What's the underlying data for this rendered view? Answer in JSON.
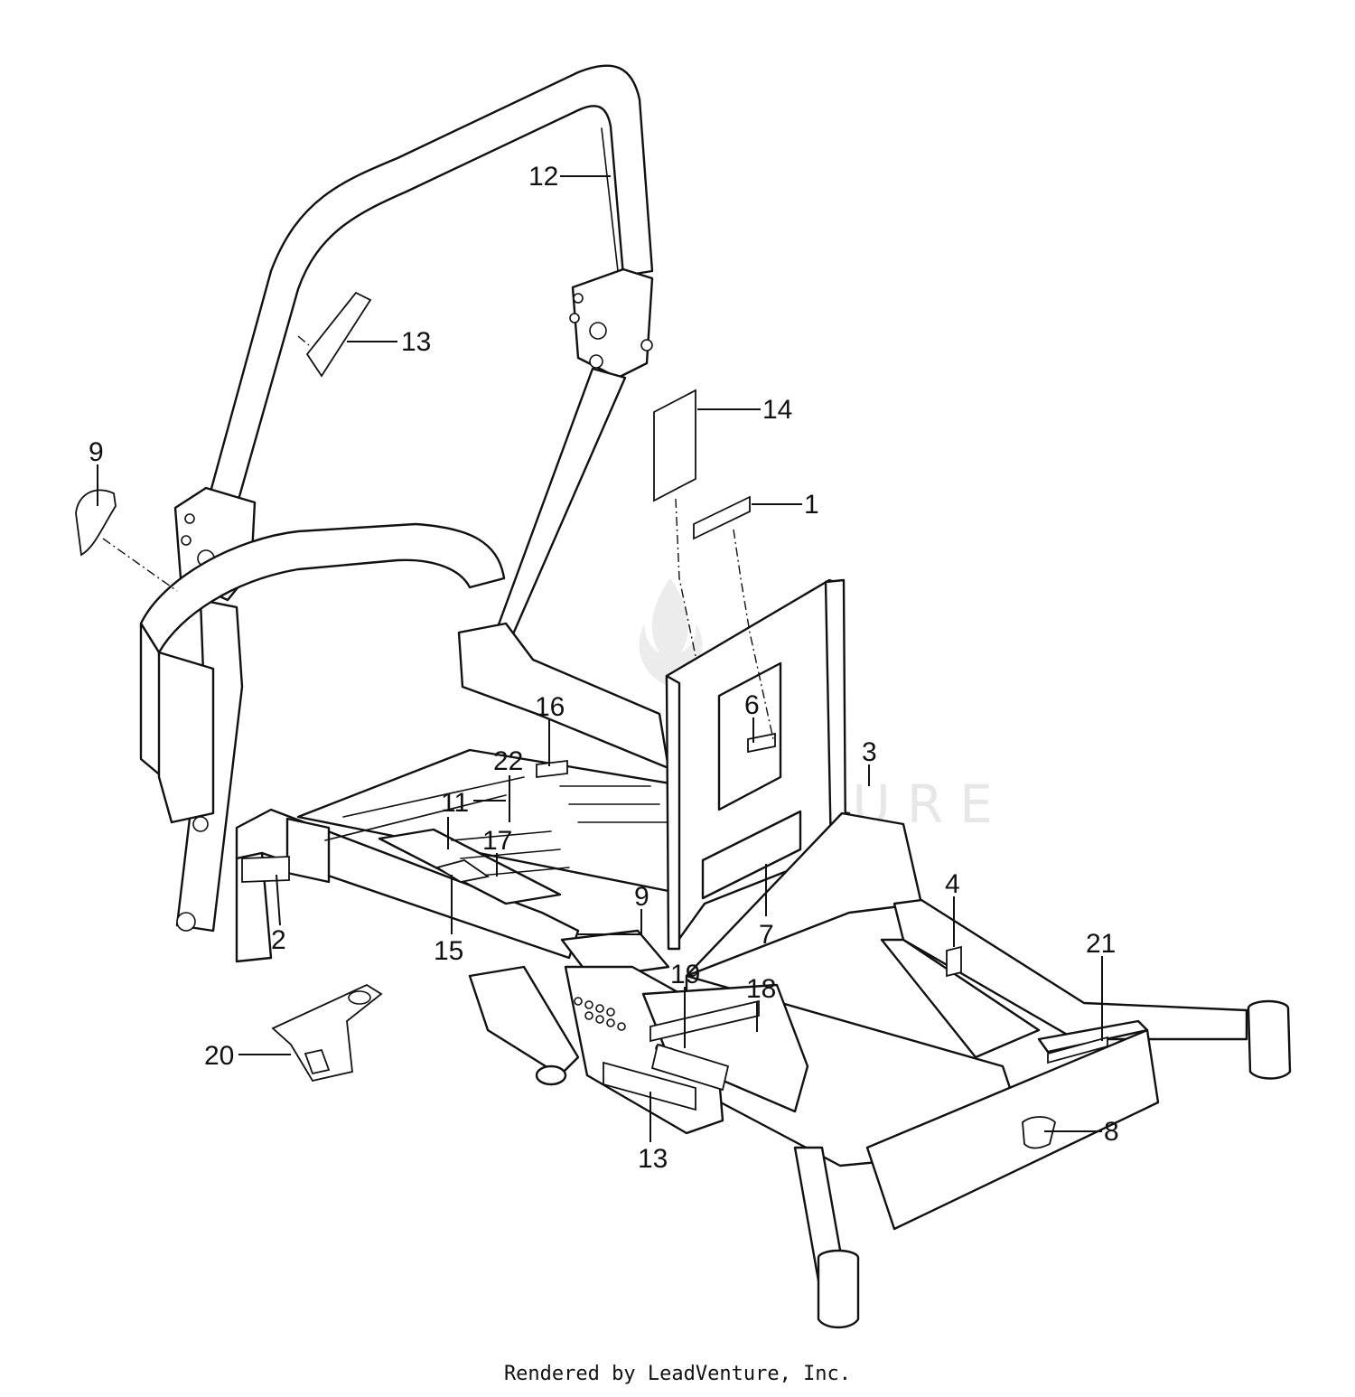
{
  "diagram": {
    "callouts": [
      {
        "id": "c12",
        "label": "12"
      },
      {
        "id": "c13a",
        "label": "13"
      },
      {
        "id": "c14",
        "label": "14"
      },
      {
        "id": "c1",
        "label": "1"
      },
      {
        "id": "c9a",
        "label": "9"
      },
      {
        "id": "c16",
        "label": "16"
      },
      {
        "id": "c6",
        "label": "6"
      },
      {
        "id": "c3",
        "label": "3"
      },
      {
        "id": "c22",
        "label": "22"
      },
      {
        "id": "c11",
        "label": "11"
      },
      {
        "id": "c17",
        "label": "17"
      },
      {
        "id": "c9b",
        "label": "9"
      },
      {
        "id": "c7",
        "label": "7"
      },
      {
        "id": "c4",
        "label": "4"
      },
      {
        "id": "c21",
        "label": "21"
      },
      {
        "id": "c2",
        "label": "2"
      },
      {
        "id": "c15",
        "label": "15"
      },
      {
        "id": "c19",
        "label": "19"
      },
      {
        "id": "c18",
        "label": "18"
      },
      {
        "id": "c20",
        "label": "20"
      },
      {
        "id": "c13b",
        "label": "13"
      },
      {
        "id": "c8",
        "label": "8"
      }
    ],
    "watermark_text": "LEADVENTURE"
  },
  "footer": {
    "text": "Rendered by LeadVenture, Inc."
  }
}
